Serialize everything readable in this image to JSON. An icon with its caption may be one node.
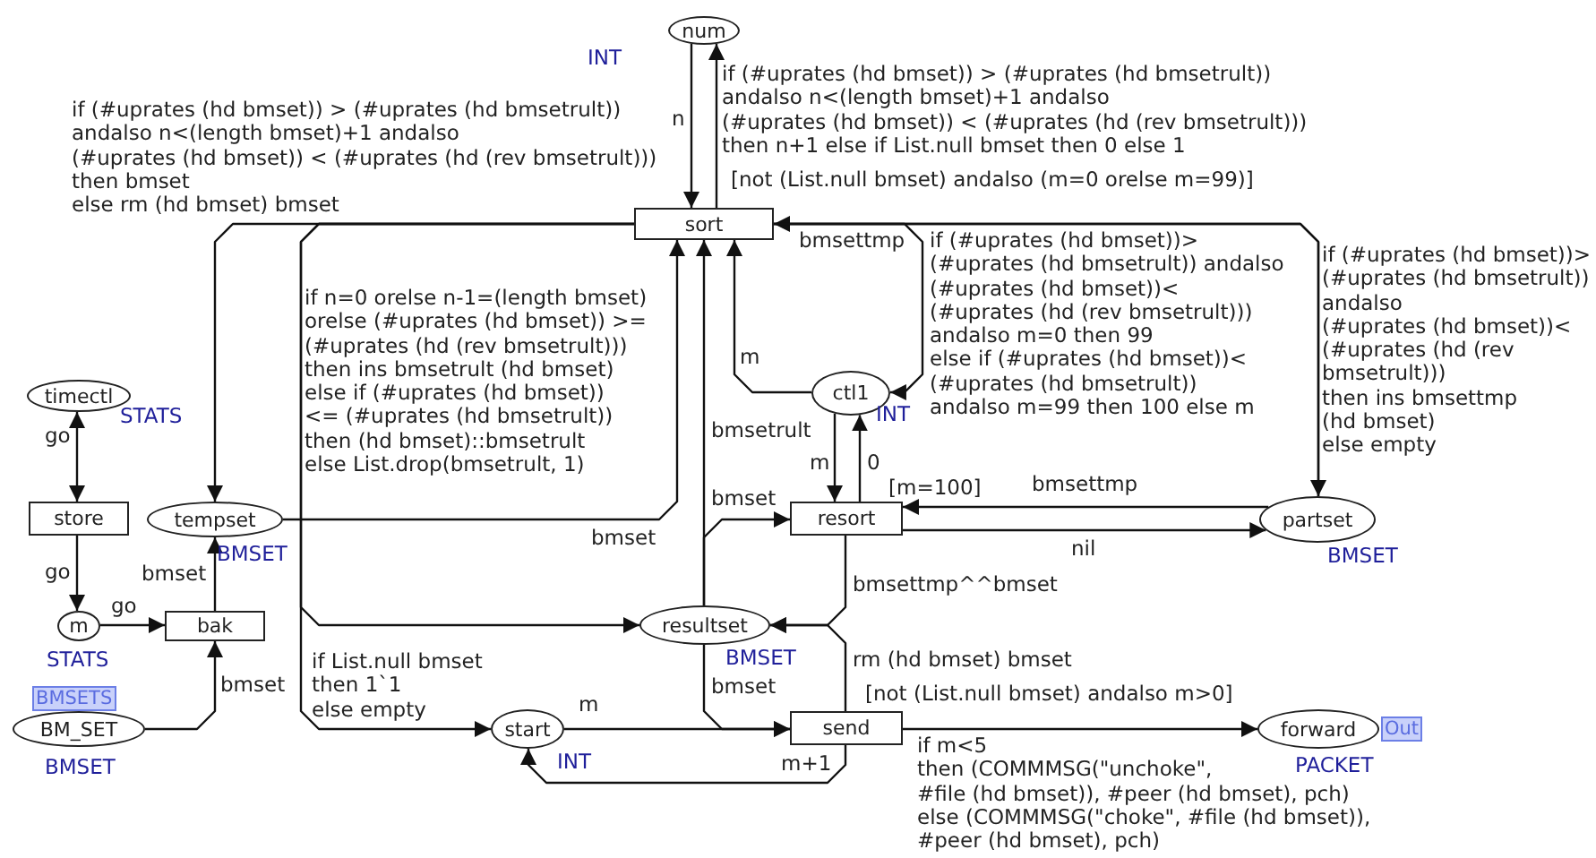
{
  "diagram": {
    "nodes": [
      {
        "text": [
          "num"
        ],
        "beside": [
          "INT"
        ]
      },
      {
        "text": [
          "sort"
        ],
        "beside": [
          "[not (List.null bmset) andalso (m=0 orelse m=99)]"
        ]
      },
      {
        "text": [
          "timectl"
        ],
        "beside": [
          "STATS"
        ]
      },
      {
        "text": [
          "store"
        ]
      },
      {
        "text": [
          "tempset"
        ],
        "beside": [
          "BMSET"
        ]
      },
      {
        "text": [
          "m"
        ],
        "beside": [
          "STATS"
        ]
      },
      {
        "text": [
          "bak"
        ]
      },
      {
        "text": [
          "BM_SET"
        ],
        "beside": [
          "BMSETS",
          "BMSET"
        ]
      },
      {
        "text": [
          "ctl1"
        ],
        "beside": [
          "INT"
        ]
      },
      {
        "text": [
          "resort"
        ],
        "beside": [
          "[m=100]"
        ]
      },
      {
        "text": [
          "partset"
        ],
        "beside": [
          "BMSET"
        ]
      },
      {
        "text": [
          "resultset"
        ],
        "beside": [
          "BMSET"
        ]
      },
      {
        "text": [
          "start"
        ],
        "beside": [
          "INT"
        ]
      },
      {
        "text": [
          "send"
        ],
        "beside": [
          "[not (List.null bmset) andalso m>0]"
        ]
      },
      {
        "text": [
          "forward"
        ],
        "beside": [
          "Out",
          "PACKET"
        ]
      }
    ],
    "edges": [
      {
        "from": 1,
        "to": 0,
        "arrow": "to",
        "label": "if (#uprates (hd bmset)) > (#uprates (hd bmsetrult)) andalso n<(length bmset)+1 andalso (#uprates (hd bmset)) < (#uprates (hd (rev bmsetrult))) then n+1 else if List.null bmset then 0 else 1"
      },
      {
        "from": 0,
        "to": 1,
        "arrow": "to",
        "label": "n"
      },
      {
        "from": 1,
        "to": 4,
        "arrow": "to",
        "label": "if (#uprates (hd bmset)) > (#uprates (hd bmsetrult)) andalso n<(length bmset)+1 andalso (#uprates (hd bmset)) < (#uprates (hd (rev bmsetrult))) then bmset else rm (hd bmset) bmset"
      },
      {
        "from": 1,
        "to": 11,
        "arrow": "to",
        "label": "if n=0 orelse n-1=(length bmset) orelse (#uprates (hd bmset)) >= (#uprates (hd (rev bmsetrult))) then ins bmsetrult (hd bmset) else if (#uprates (hd bmset)) <= (#uprates (hd bmsetrult)) then (hd bmset)::bmsetrult else List.drop(bmsetrult, 1)"
      },
      {
        "from": 1,
        "to": 12,
        "arrow": "to",
        "label": "if List.null bmset then 1`1 else empty"
      },
      {
        "from": 4,
        "to": 1,
        "arrow": "to",
        "label": "bmset"
      },
      {
        "from": 11,
        "to": 1,
        "arrow": "to",
        "label": "bmsetrult"
      },
      {
        "from": 8,
        "to": 1,
        "arrow": "to",
        "label": "m"
      },
      {
        "from": 10,
        "to": 1,
        "arrow": "to",
        "label": "bmsettmp"
      },
      {
        "from": 1,
        "to": 8,
        "arrow": "to",
        "label": "if (#uprates (hd bmset))> (#uprates (hd bmsetrult)) andalso (#uprates (hd bmset))< (#uprates (hd (rev bmsetrult))) andalso m=0 then 99 else if (#uprates (hd bmset))< (#uprates (hd bmsetrult)) andalso m=99 then 100 else m"
      },
      {
        "from": 1,
        "to": 10,
        "arrow": "to",
        "label": "if (#uprates (hd bmset))> (#uprates (hd bmsetrult)) andalso (#uprates (hd bmset))< (#uprates (hd (rev bmsetrult))) then ins bmsettmp (hd bmset) else empty"
      },
      {
        "from": 8,
        "to": 9,
        "arrow": "to",
        "label": "m"
      },
      {
        "from": 9,
        "to": 8,
        "arrow": "to",
        "label": "0"
      },
      {
        "from": 11,
        "to": 9,
        "arrow": "to",
        "label": "bmset"
      },
      {
        "from": 10,
        "to": 9,
        "arrow": "to",
        "label": "bmsettmp"
      },
      {
        "from": 9,
        "to": 10,
        "arrow": "to",
        "label": "nil"
      },
      {
        "from": 9,
        "to": 11,
        "arrow": "to",
        "label": "bmsettmp^^bmset"
      },
      {
        "from": 13,
        "to": 11,
        "arrow": "to",
        "label": "rm (hd bmset) bmset"
      },
      {
        "from": 11,
        "to": 13,
        "arrow": "to",
        "label": "bmset"
      },
      {
        "from": 12,
        "to": 13,
        "arrow": "to",
        "label": "m"
      },
      {
        "from": 13,
        "to": 12,
        "arrow": "to",
        "label": "m+1"
      },
      {
        "from": 13,
        "to": 14,
        "arrow": "to",
        "label": "if m<5 then (COMMMSG(\"unchoke\", #file (hd bmset)), #peer (hd bmset), pch) else (COMMMSG(\"choke\", #file (hd bmset)), #peer (hd bmset), pch)"
      },
      {
        "from": 2,
        "to": 3,
        "arrow": "both",
        "label": "go"
      },
      {
        "from": 3,
        "to": 5,
        "arrow": "to",
        "label": "go"
      },
      {
        "from": 5,
        "to": 6,
        "arrow": "to",
        "label": "go"
      },
      {
        "from": 6,
        "to": 4,
        "arrow": "to",
        "label": "bmset"
      },
      {
        "from": 7,
        "to": 6,
        "arrow": "to",
        "label": "bmset"
      }
    ]
  }
}
